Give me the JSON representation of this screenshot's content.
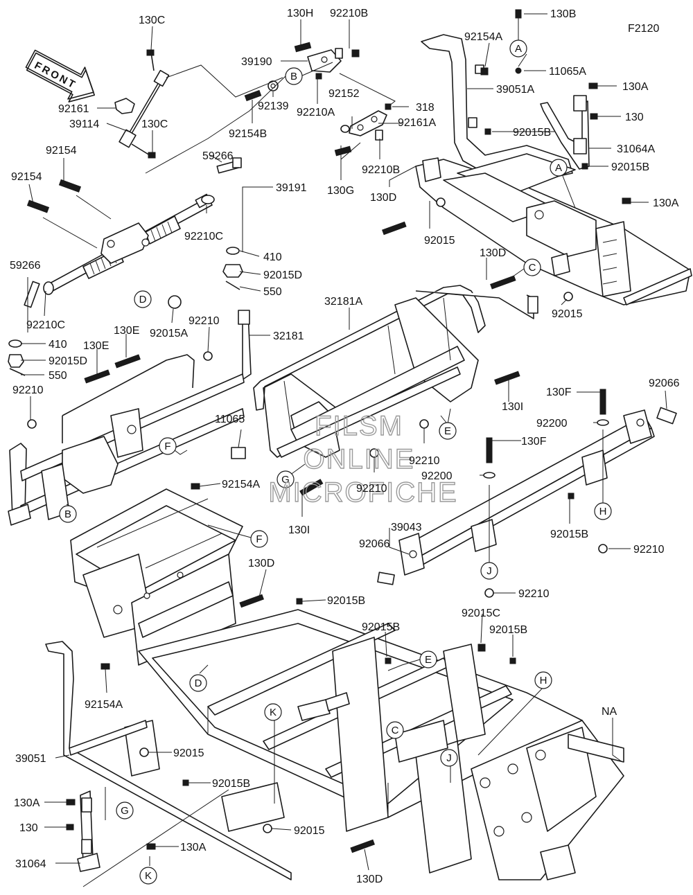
{
  "figure_code": "F2120",
  "front_arrow_label": "FRONT",
  "watermark": [
    "FILSM",
    "ONLINE",
    "MICROFICHE"
  ],
  "callouts": {
    "c130C_top": "130C",
    "c130H": "130H",
    "c92210B_top": "92210B",
    "c130B": "130B",
    "c92154A": "92154A",
    "c39190": "39190",
    "c11065A": "11065A",
    "c92161": "92161",
    "c39114": "39114",
    "c130C_mid": "130C",
    "c92139": "92139",
    "c92154B": "92154B",
    "c92210A": "92210A",
    "c92152": "92152",
    "c318": "318",
    "c92161A": "92161A",
    "c39051A": "39051A",
    "c130A_top": "130A",
    "c130_top": "130",
    "c92015B_top": "92015B",
    "c31064A": "31064A",
    "c92210B_mid": "92210B",
    "c130G": "130G",
    "c92154_a": "92154",
    "c92154_b": "92154",
    "c59266_top": "59266",
    "c39191": "39191",
    "c92210C_top": "92210C",
    "c130D_top": "130D",
    "c92015_top": "92015",
    "c92015B_right": "92015B",
    "c130A_right": "130A",
    "c410_top": "410",
    "c92015D_top": "92015D",
    "c550_top": "550",
    "c59266_left": "59266",
    "c92210C_left": "92210C",
    "c92015A": "92015A",
    "c130D_mid": "130D",
    "c92015_mid": "92015",
    "c410_left": "410",
    "c92015D_left": "92015D",
    "c550_left": "550",
    "c130E_a": "130E",
    "c130E_b": "130E",
    "c92210_a": "92210",
    "c32181": "32181",
    "c32181A": "32181A",
    "c92210_left": "92210",
    "c130I_right": "130I",
    "c130F_top": "130F",
    "c92066_right": "92066",
    "c11065": "11065",
    "c92200_a": "92200",
    "c92210_mid": "92210",
    "c130F_mid": "130F",
    "c92200_b": "92200",
    "c92154A_mid": "92154A",
    "c92210_center": "92210",
    "c130I_center": "130I",
    "c39043": "39043",
    "c92015B_rm": "92015B",
    "c92210_H": "92210",
    "c92066_mid": "92066",
    "c92210_J": "92210",
    "c130D_center": "130D",
    "c92015B_center": "92015B",
    "c92015C": "92015C",
    "c92015B_low1": "92015B",
    "c92015B_low2": "92015B",
    "c92154A_low": "92154A",
    "cNA": "NA",
    "c39051": "39051",
    "c92015_low1": "92015",
    "c92015B_low3": "92015B",
    "c130A_low1": "130A",
    "c130_low": "130",
    "c92015_low2": "92015",
    "c31064": "31064",
    "c130A_low2": "130A",
    "c130D_bottom": "130D"
  },
  "ref_letters": {
    "A_top": "A",
    "A_mid": "A",
    "B_top": "B",
    "B_mid": "B",
    "C_top": "C",
    "C_low": "C",
    "D_top": "D",
    "D_low": "D",
    "E_top": "E",
    "E_low": "E",
    "F_top": "F",
    "F_mid": "F",
    "G_top": "G",
    "G_low": "G",
    "H_right": "H",
    "H_low": "H",
    "J_right": "J",
    "J_low": "J",
    "K_low1": "K",
    "K_low2": "K"
  }
}
